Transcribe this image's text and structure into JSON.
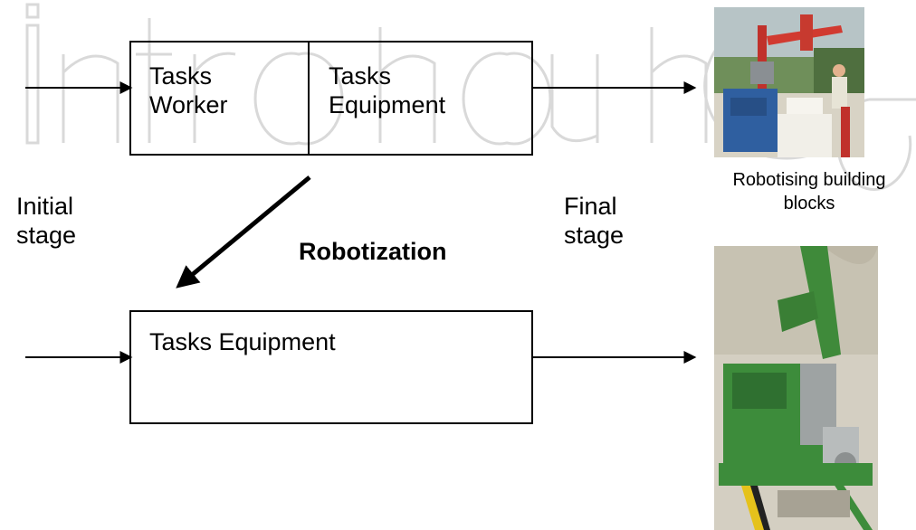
{
  "diagram": {
    "top_box": {
      "left_cell": "Tasks\nWorker",
      "right_cell": "Tasks\nEquipment"
    },
    "bottom_box": {
      "label": "Tasks Equipment"
    },
    "initial_stage_label": "Initial\nstage",
    "final_stage_label": "Final\nstage",
    "transition_label": "Robotization",
    "top_photo_caption": "Robotising building\nblocks"
  },
  "colors": {
    "line": "#000000",
    "watermark": "#d6d6d6"
  }
}
